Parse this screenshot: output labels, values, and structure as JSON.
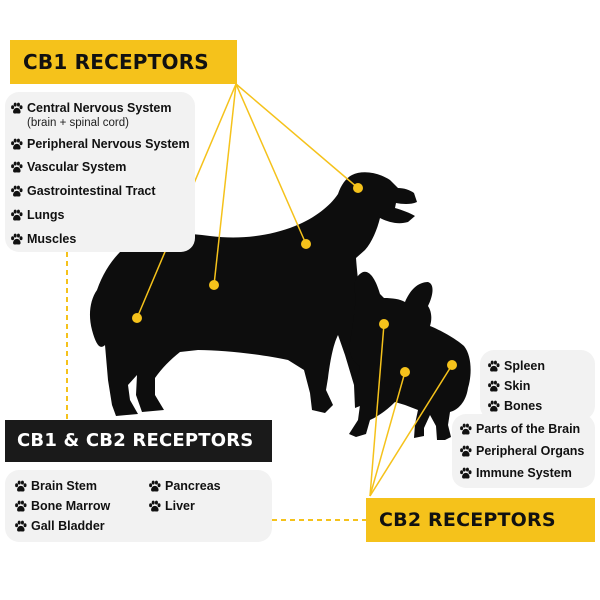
{
  "cb1": {
    "title": "CB1 RECEPTORS",
    "items": [
      {
        "label": "Central Nervous System",
        "sub": "(brain + spinal cord)"
      },
      {
        "label": "Peripheral Nervous System"
      },
      {
        "label": "Vascular System"
      },
      {
        "label": "Gastrointestinal Tract"
      },
      {
        "label": "Lungs"
      },
      {
        "label": "Muscles"
      }
    ]
  },
  "both": {
    "title": "CB1 & CB2 RECEPTORS",
    "col1": [
      "Brain Stem",
      "Bone Marrow",
      "Gall Bladder"
    ],
    "col2": [
      "Pancreas",
      "Liver"
    ]
  },
  "cb2": {
    "title": "CB2 RECEPTORS",
    "items": [
      "Spleen",
      "Skin",
      "Bones",
      "Parts of the Brain",
      "Peripheral Organs",
      "Immune System"
    ]
  },
  "colors": {
    "accent": "#f5c21b",
    "silhouette": "#0d0d0d",
    "card": "#f2f2f2",
    "dark_banner": "#1a1a1a"
  },
  "icons": {
    "bullet": "paw-icon"
  }
}
